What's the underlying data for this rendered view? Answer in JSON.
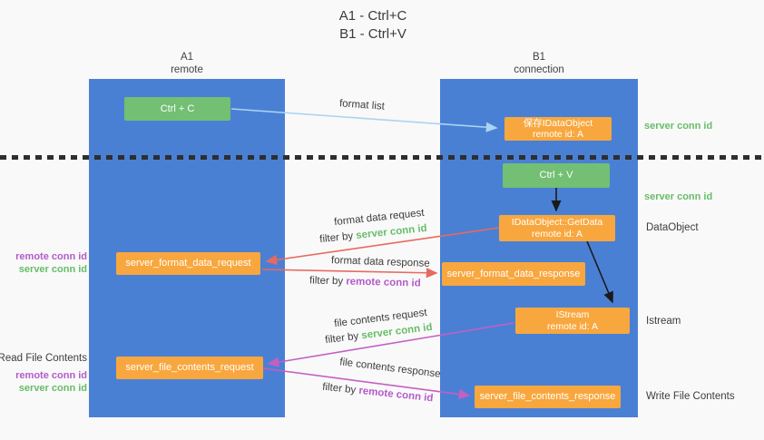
{
  "title": {
    "line1": "A1 - Ctrl+C",
    "line2": "B1 - Ctrl+V"
  },
  "lanes": {
    "left": {
      "name": "A1",
      "subtitle": "remote"
    },
    "right": {
      "name": "B1",
      "subtitle": "connection"
    }
  },
  "nodes": {
    "ctrl_c": {
      "label": "Ctrl + C"
    },
    "save_dataobject": {
      "line1": "保存IDataObject",
      "line2": "remote id: A"
    },
    "ctrl_v": {
      "label": "Ctrl + V"
    },
    "getdata": {
      "line1": "IDataObject::GetData",
      "line2": "remote id: A"
    },
    "format_request": {
      "label": "server_format_data_request"
    },
    "format_response": {
      "label": "server_format_data_response"
    },
    "istream": {
      "line1": "IStream",
      "line2": "remote id: A"
    },
    "file_request": {
      "label": "server_file_contents_request"
    },
    "file_response": {
      "label": "server_file_contents_response"
    }
  },
  "edge_labels": {
    "format_list": "format list",
    "format_data_request": "format data request",
    "format_data_request_filter_prefix": "filter by ",
    "format_data_request_filter_value": "server conn id",
    "format_data_response": "format data response",
    "format_data_response_filter_prefix": "filter by ",
    "format_data_response_filter_value": "remote conn id",
    "file_contents_request": "file contents request",
    "file_contents_request_filter_prefix": "filter by ",
    "file_contents_request_filter_value": "server conn id",
    "file_contents_response": "file contents response",
    "file_contents_response_filter_prefix": "filter by ",
    "file_contents_response_filter_value": "remote conn id"
  },
  "annotations": {
    "left_format_remote": "remote conn id",
    "left_format_server": "server conn id",
    "read_file_contents": "Read File Contents",
    "left_file_remote": "remote conn id",
    "left_file_server": "server conn id",
    "right_save_conn": "server conn id",
    "right_ctrlv_conn": "server conn id",
    "dataobject": "DataObject",
    "istream": "Istream",
    "write_file_contents": "Write File Contents"
  },
  "colors": {
    "lane_blue": "#4a80d4",
    "node_green": "#73bf74",
    "node_orange": "#f8a73e",
    "arrow_blue": "#abd4f0",
    "arrow_red": "#e8695e",
    "arrow_magenta": "#c45fc4",
    "arrow_black": "#1a1a1a",
    "label_green": "#67bd68",
    "label_purple": "#b35bc9",
    "text_dark": "#3d3d3d",
    "background": "#f9f9f9"
  }
}
